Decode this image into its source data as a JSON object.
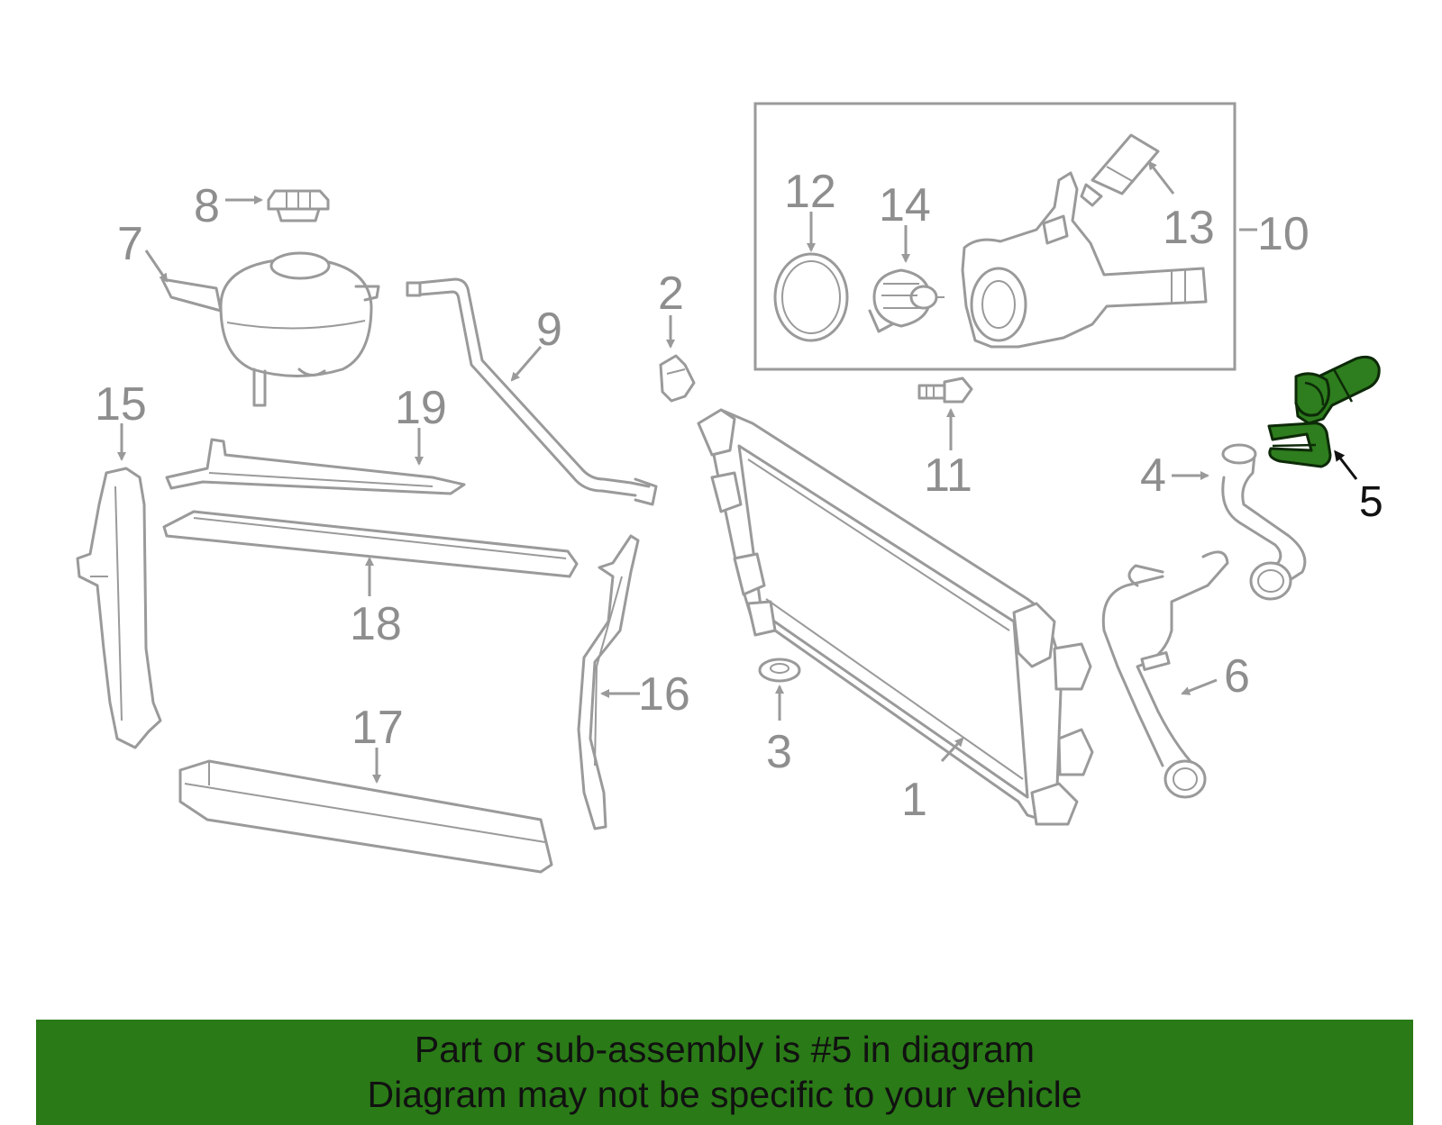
{
  "callouts": {
    "c1": "1",
    "c2": "2",
    "c3": "3",
    "c4": "4",
    "c5": "5",
    "c6": "6",
    "c7": "7",
    "c8": "8",
    "c9": "9",
    "c10": "10",
    "c11": "11",
    "c12": "12",
    "c13": "13",
    "c14": "14",
    "c15": "15",
    "c16": "16",
    "c17": "17",
    "c18": "18",
    "c19": "19"
  },
  "highlight": {
    "part_number": "5",
    "color": "#2e7d1e"
  },
  "banner": {
    "line1": "Part or sub-assembly is #5 in diagram",
    "line2": "Diagram may not be specific to your vehicle",
    "color": "#2a7a17"
  }
}
